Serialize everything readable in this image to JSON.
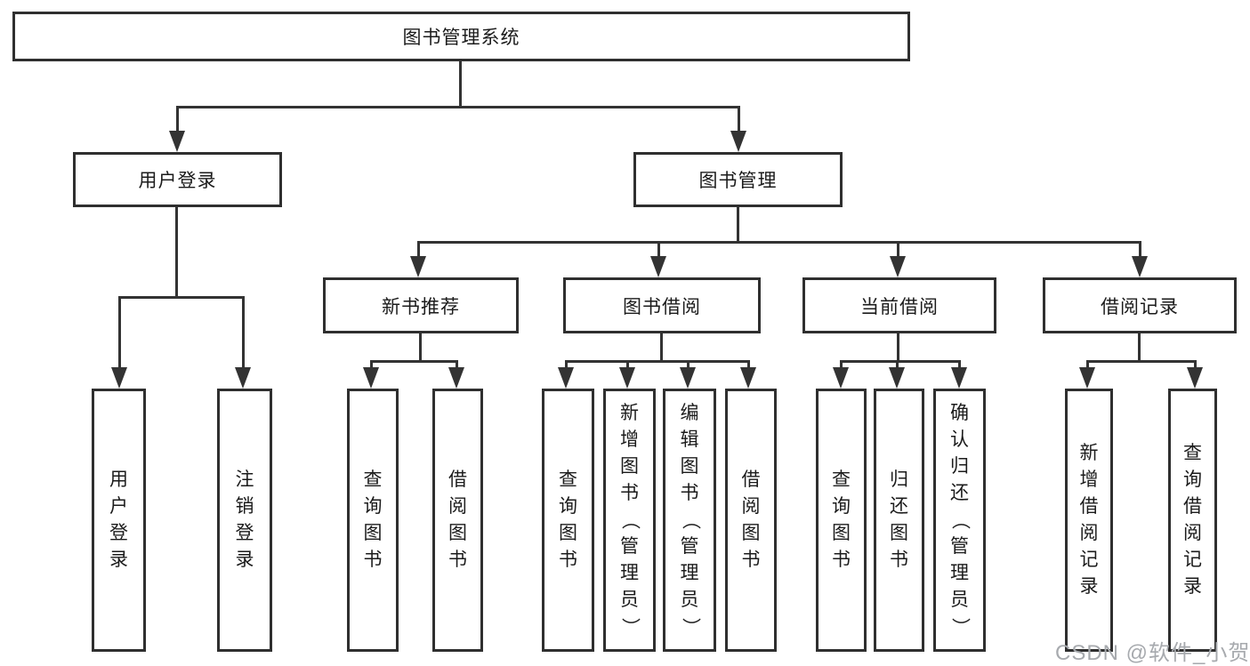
{
  "diagram_title": "图书管理系统",
  "colors": {
    "line": "#333333",
    "box_border": "#2f2f2f",
    "box_background": "#ffffff",
    "text": "#1b1b1b",
    "watermark": "#a7aaae"
  },
  "tree": {
    "label": "图书管理系统",
    "children": [
      {
        "label": "用户登录",
        "children": [
          {
            "label": "用户登录"
          },
          {
            "label": "注销登录"
          }
        ]
      },
      {
        "label": "图书管理",
        "children": [
          {
            "label": "新书推荐",
            "children": [
              {
                "label": "查询图书"
              },
              {
                "label": "借阅图书"
              }
            ]
          },
          {
            "label": "图书借阅",
            "children": [
              {
                "label": "查询图书"
              },
              {
                "label": "新增图书（管理员）"
              },
              {
                "label": "编辑图书（管理员）"
              },
              {
                "label": "借阅图书"
              }
            ]
          },
          {
            "label": "当前借阅",
            "children": [
              {
                "label": "查询图书"
              },
              {
                "label": "归还图书"
              },
              {
                "label": "确认归还（管理员）"
              }
            ]
          },
          {
            "label": "借阅记录",
            "children": [
              {
                "label": "新增借阅记录"
              },
              {
                "label": "查询借阅记录"
              }
            ]
          }
        ]
      }
    ]
  },
  "watermark": {
    "text": "CSDN @软件_小贺同学"
  }
}
